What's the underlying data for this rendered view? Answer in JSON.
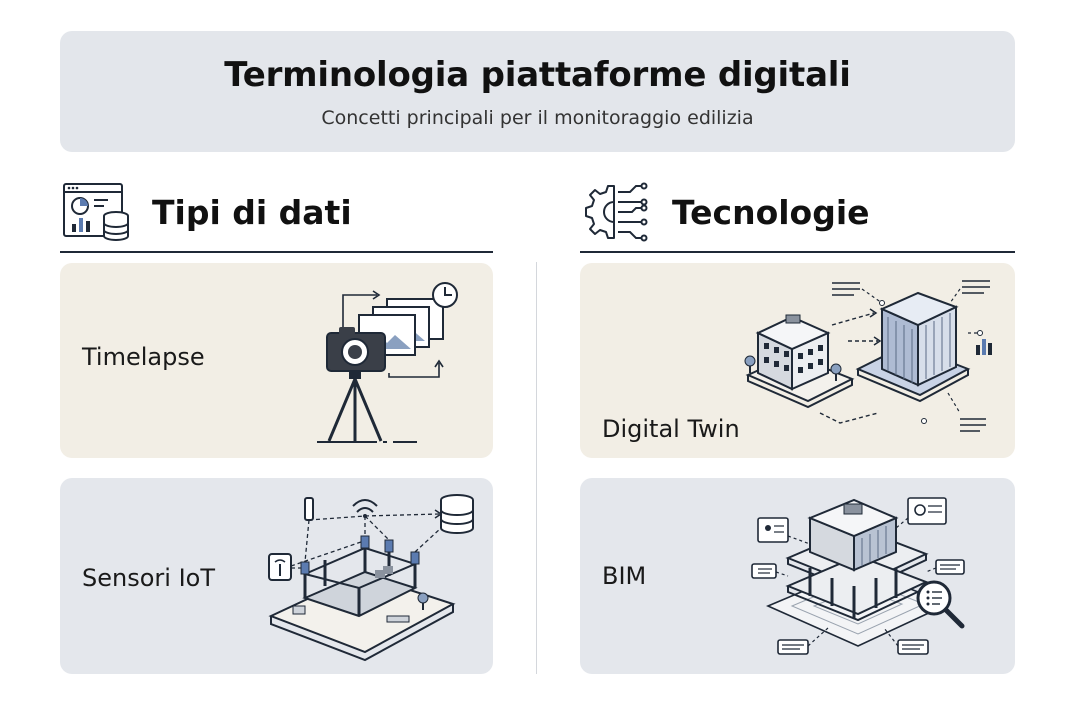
{
  "header": {
    "title": "Terminologia piattaforme digitali",
    "subtitle": "Concetti principali per il monitoraggio edilizia"
  },
  "sections": {
    "left": {
      "title": "Tipi di dati",
      "icon": "dashboard-database-icon"
    },
    "right": {
      "title": "Tecnologie",
      "icon": "gear-circuit-icon"
    }
  },
  "cards": {
    "timelapse": {
      "label": "Timelapse",
      "icon": "camera-tripod-icon"
    },
    "iot": {
      "label": "Sensori IoT",
      "icon": "construction-sensors-icon"
    },
    "twin": {
      "label": "Digital Twin",
      "icon": "twin-buildings-icon"
    },
    "bim": {
      "label": "BIM",
      "icon": "bim-building-icon"
    }
  },
  "colors": {
    "header_bg": "#e3e6eb",
    "beige_card": "#f2eee5",
    "gray_card": "#e4e7ec",
    "ink": "#111111"
  }
}
